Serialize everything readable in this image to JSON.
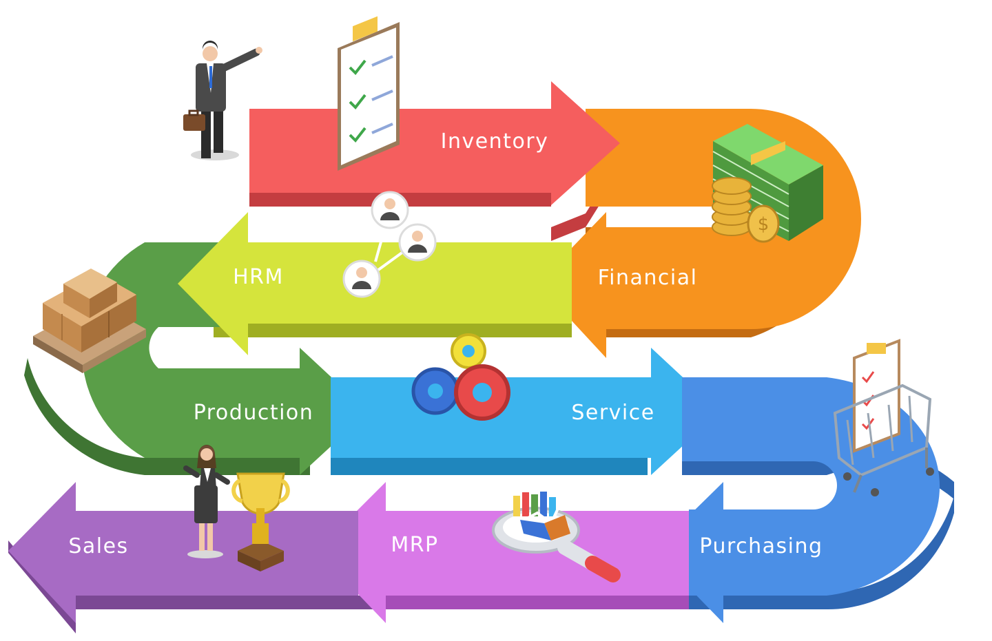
{
  "stages": [
    {
      "id": "inventory",
      "label": "Inventory",
      "color": "#f55e5e",
      "shade": "#c43d40"
    },
    {
      "id": "financial",
      "label": "Financial",
      "color": "#f7931e",
      "shade": "#c46c12"
    },
    {
      "id": "hrm",
      "label": "HRM",
      "color": "#d5e43c",
      "shade": "#9fae22"
    },
    {
      "id": "production",
      "label": "Production",
      "color": "#5a9e48",
      "shade": "#3f7533"
    },
    {
      "id": "service",
      "label": "Service",
      "color": "#3bb4ee",
      "shade": "#1f86bd"
    },
    {
      "id": "purchasing",
      "label": "Purchasing",
      "color": "#4b8fe6",
      "shade": "#2f67b3"
    },
    {
      "id": "mrp",
      "label": "MRP",
      "color": "#d979e8",
      "shade": "#a64db8"
    },
    {
      "id": "sales",
      "label": "Sales",
      "color": "#a76bc4",
      "shade": "#7b4894"
    }
  ],
  "icons": [
    "businessman-icon",
    "checklist-clipboard-icon",
    "money-stack-icon",
    "team-network-icon",
    "cardboard-boxes-icon",
    "gears-icon",
    "shopping-cart-icon",
    "businesswoman-icon",
    "trophy-icon",
    "analytics-magnifier-icon"
  ]
}
